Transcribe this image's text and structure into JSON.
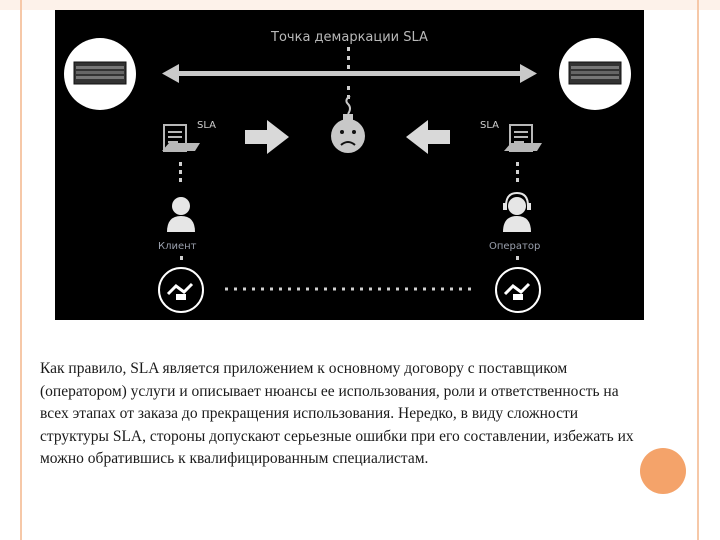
{
  "diagram": {
    "title": "Точка демаркации SLA",
    "sla_left": "SLA",
    "sla_right": "SLA",
    "client_label": "Клиент",
    "operator_label": "Оператор"
  },
  "text": {
    "caption": "Как правило, SLA является приложением к основному договору с поставщиком (оператором) услуги и описывает нюансы ее использования, роли и ответственность на всех этапах от заказа до прекращения использования. Нередко, в виду сложности структуры SLA, стороны допускают серьезные ошибки при его составлении, избежать их можно обратившись к квалифицированным специалистам."
  },
  "colors": {
    "accent": "#f4a36a",
    "border": "#f6c8a8",
    "panel": "#000000"
  }
}
